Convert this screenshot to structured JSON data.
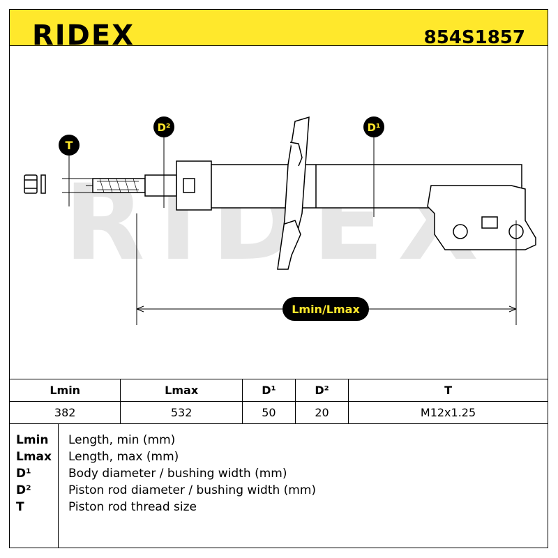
{
  "header": {
    "brand": "RIDEX",
    "part_number": "854S1857",
    "accent_color": "#FFE82C"
  },
  "diagram": {
    "watermark": "RIDEX",
    "labels": {
      "t": "T",
      "d2": "D²",
      "d1": "D¹",
      "length": "Lmin/Lmax"
    }
  },
  "specs": {
    "headers": [
      "Lmin",
      "Lmax",
      "D¹",
      "D²",
      "T"
    ],
    "values": [
      "382",
      "532",
      "50",
      "20",
      "M12x1.25"
    ]
  },
  "legend": [
    {
      "key": "Lmin",
      "desc": "Length, min (mm)"
    },
    {
      "key": "Lmax",
      "desc": "Length, max (mm)"
    },
    {
      "key": "D¹",
      "desc": "Body diameter / bushing width (mm)"
    },
    {
      "key": "D²",
      "desc": "Piston rod diameter / bushing width (mm)"
    },
    {
      "key": "T",
      "desc": "Piston rod thread size"
    }
  ]
}
